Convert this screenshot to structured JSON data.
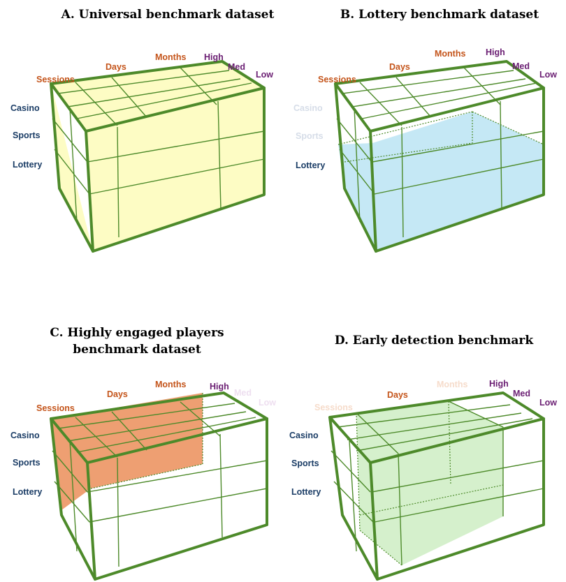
{
  "colors": {
    "edge": "#4d8a2a",
    "time_label": "#c4541a",
    "intensity_label": "#6b1f73",
    "product_label": "#1b3d66",
    "faded_time": "#f6dccb",
    "faded_intensity": "#eedff0",
    "faded_product": "#d6dde8",
    "fill_universal": "#fdfcc4",
    "fill_lottery": "#c5e8f5",
    "fill_engaged": "#ee9f72",
    "fill_early": "#d5f0cc"
  },
  "panels": [
    {
      "id": "a",
      "title_lines": [
        "A. Universal benchmark dataset"
      ],
      "labels": {
        "sessions": "Sessions",
        "days": "Days",
        "months": "Months",
        "high": "High",
        "med": "Med",
        "low": "Low",
        "casino": "Casino",
        "sports": "Sports",
        "lottery": "Lottery"
      },
      "faded": []
    },
    {
      "id": "b",
      "title_lines": [
        "B. Lottery benchmark dataset"
      ],
      "labels": {
        "sessions": "Sessions",
        "days": "Days",
        "months": "Months",
        "high": "High",
        "med": "Med",
        "low": "Low",
        "casino": "Casino",
        "sports": "Sports",
        "lottery": "Lottery"
      },
      "faded": [
        "casino",
        "sports"
      ]
    },
    {
      "id": "c",
      "title_lines": [
        "C. Highly engaged players",
        "benchmark dataset"
      ],
      "labels": {
        "sessions": "Sessions",
        "days": "Days",
        "months": "Months",
        "high": "High",
        "med": "Med",
        "low": "Low",
        "casino": "Casino",
        "sports": "Sports",
        "lottery": "Lottery"
      },
      "faded": [
        "med",
        "low"
      ]
    },
    {
      "id": "d",
      "title_lines": [
        "D. Early detection benchmark"
      ],
      "labels": {
        "sessions": "Sessions",
        "days": "Days",
        "months": "Months",
        "high": "High",
        "med": "Med",
        "low": "Low",
        "casino": "Casino",
        "sports": "Sports",
        "lottery": "Lottery"
      },
      "faded": [
        "sessions",
        "months"
      ]
    }
  ]
}
